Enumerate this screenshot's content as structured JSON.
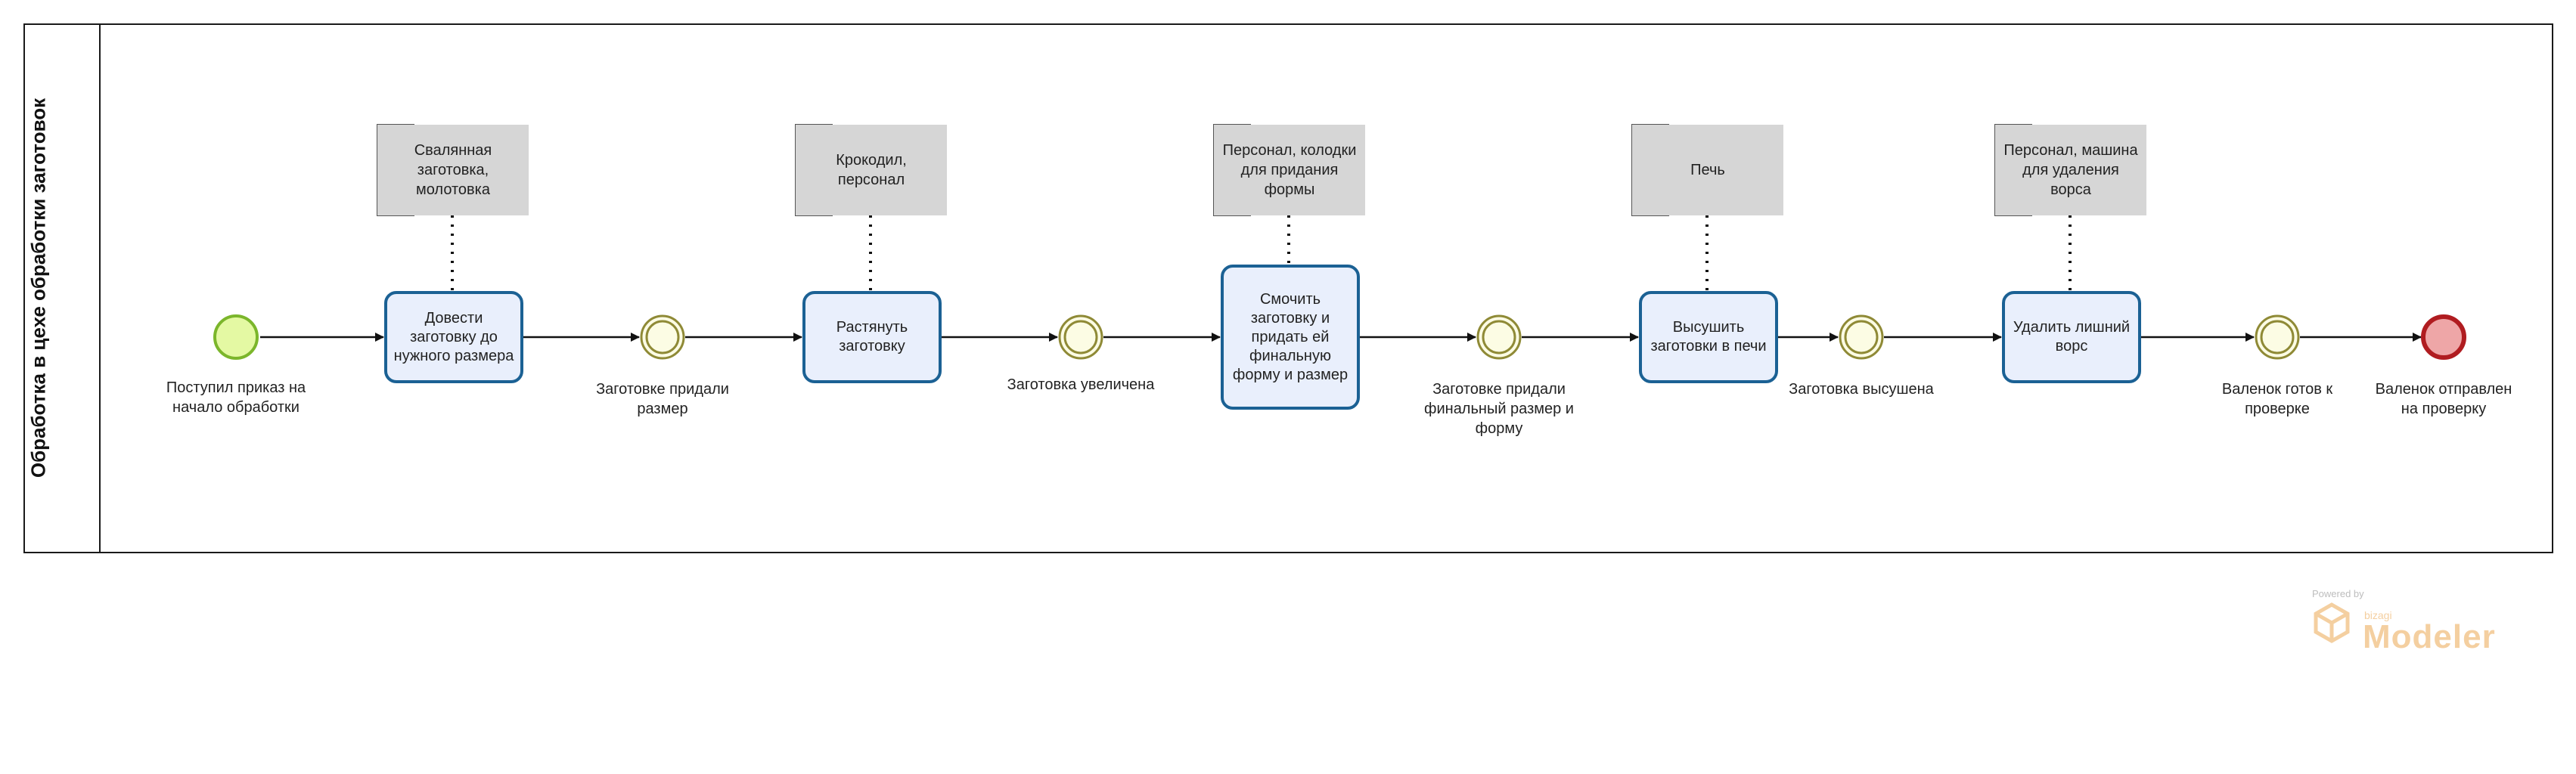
{
  "pool": {
    "title": "Обработка в цехе обработки заготовок"
  },
  "start_event": {
    "label": "Поступил приказ на начало обработки",
    "fill": "#e4f9a3",
    "stroke": "#7bb62b"
  },
  "end_event": {
    "label": "Валенок отправлен на проверку",
    "fill": "#eea6a7",
    "stroke": "#b01c20"
  },
  "tasks": [
    {
      "label": "Довести заготовку до нужного размера"
    },
    {
      "label": "Растянуть заготовку"
    },
    {
      "label": "Смочить заготовку и придать ей финальную форму и размер"
    },
    {
      "label": "Высушить заготовки в печи"
    },
    {
      "label": "Удалить лишний ворс"
    }
  ],
  "intermediate_events": [
    {
      "label": "Заготовке придали размер"
    },
    {
      "label": "Заготовка увеличена"
    },
    {
      "label": "Заготовке придали финальный размер и форму"
    },
    {
      "label": "Заготовка высушена"
    },
    {
      "label": "Валенок готов к проверке"
    }
  ],
  "artifacts": [
    {
      "label": "Свалянная заготовка, молотовка"
    },
    {
      "label": "Крокодил, персонал"
    },
    {
      "label": "Персонал, колодки для придания формы"
    },
    {
      "label": "Печь"
    },
    {
      "label": "Персонал, машина для удаления ворса"
    }
  ],
  "colors": {
    "task_fill": "#e9effc",
    "task_stroke": "#1b6194",
    "intermediate_fill": "#fcfce4",
    "intermediate_stroke": "#8f8a36",
    "artifact_fill": "#d6d6d6",
    "flow": "#111111"
  },
  "watermark": {
    "powered_by": "Powered by",
    "brand": "bizagi",
    "product": "Modeler"
  }
}
